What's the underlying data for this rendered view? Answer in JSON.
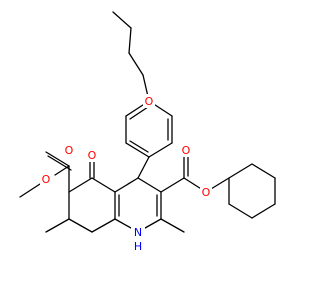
{
  "molecule": {
    "atom_labels": {
      "propyl_ether_o": "O",
      "ketone_o": "O",
      "methyl_ester_carbonyl_o": "O",
      "methyl_ester_o": "O",
      "cyclohexyl_ester_carbonyl_o": "O",
      "cyclohexyl_ester_o": "O",
      "ring_n": "N",
      "ring_h": "H"
    },
    "colors": {
      "oxygen": "#ff0000",
      "nitrogen": "#0000ff",
      "bond": "#000000"
    }
  }
}
